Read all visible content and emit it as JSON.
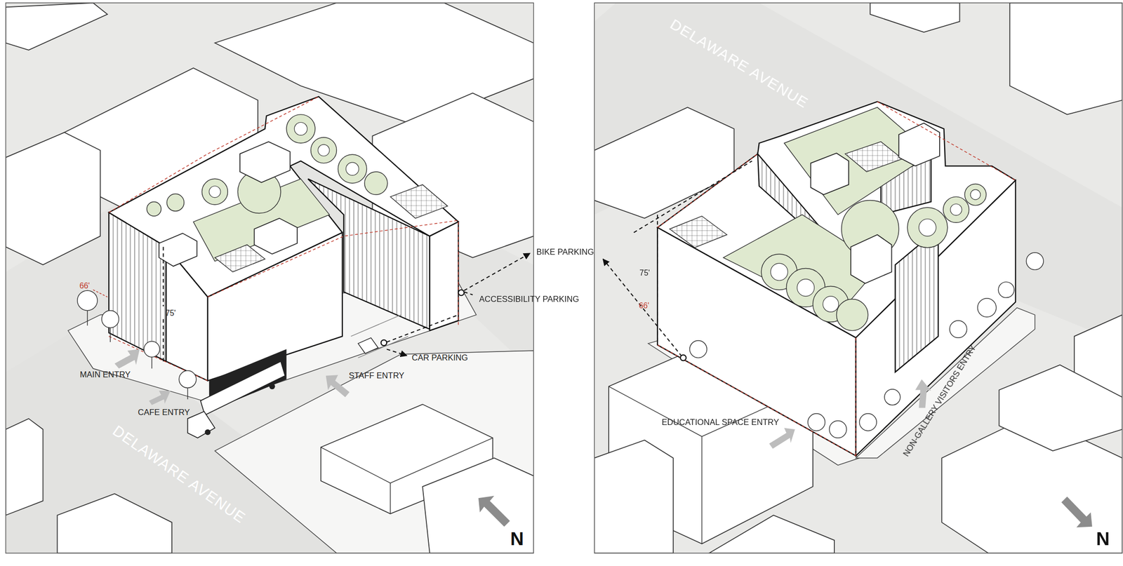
{
  "diagram": {
    "labels": [
      "DELAWARE AVENUE",
      "66'",
      "75'",
      "MAIN ENTRY",
      "CAFE ENTRY",
      "STAFF ENTRY",
      "CAR PARKING",
      "ACCESSIBILITY PARKING",
      "BIKE PARKING",
      "N",
      "DELAWARE AVENUE",
      "75'",
      "66'",
      "EDUCATIONAL SPACE ENTRY",
      "NON-GALLERY VISITORS ENTRY",
      "N"
    ]
  }
}
